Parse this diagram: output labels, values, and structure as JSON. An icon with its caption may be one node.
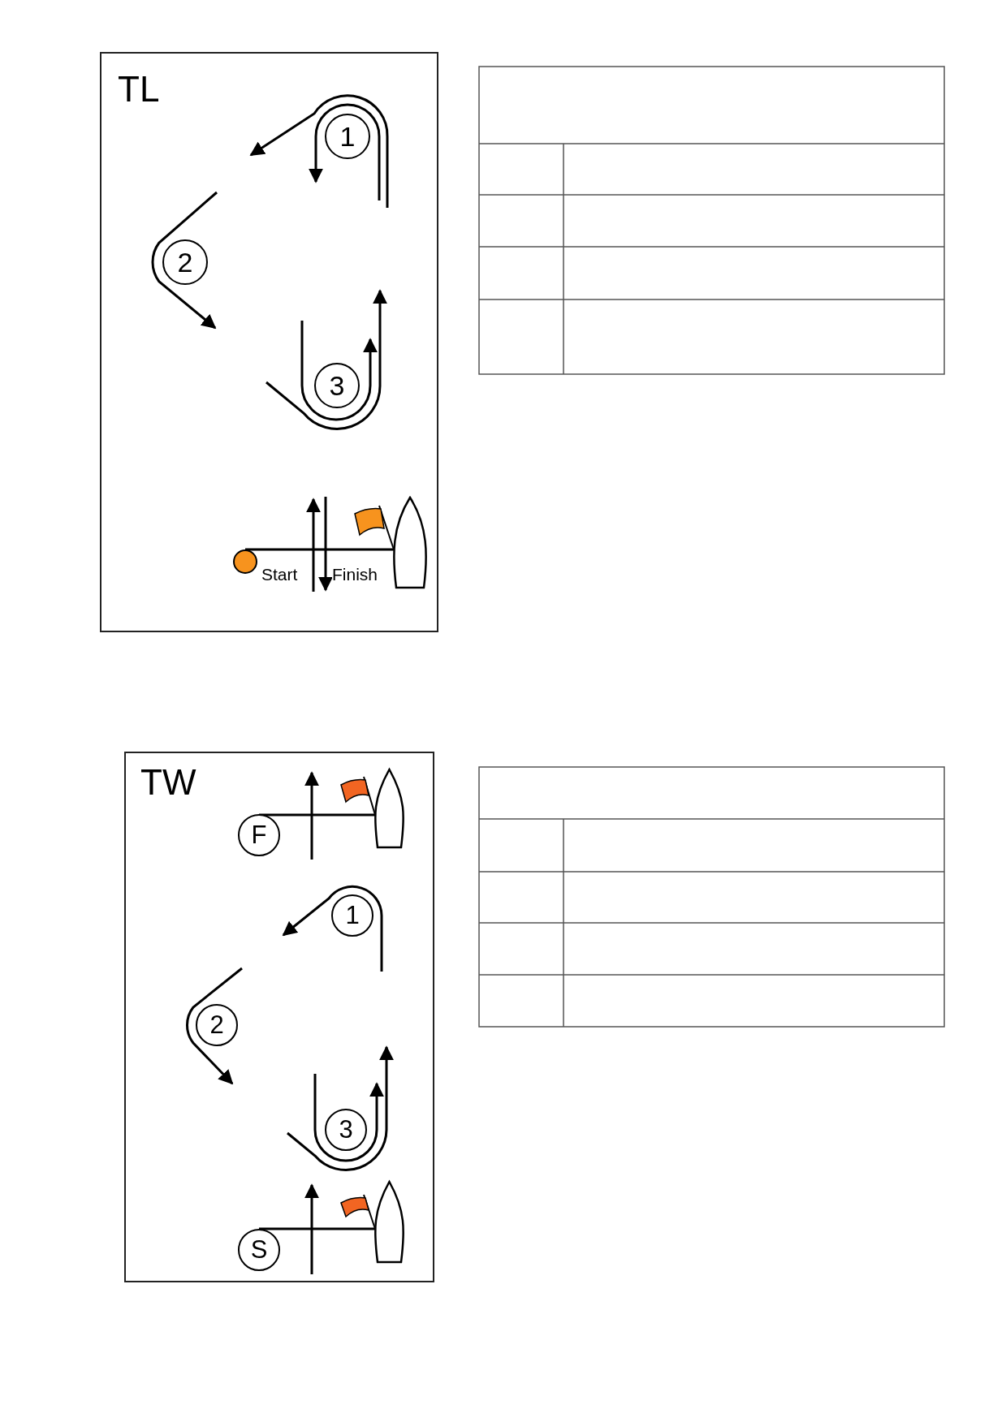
{
  "diagram": {
    "nodes": [
      {
        "text": [
          "TL"
        ]
      },
      {
        "text": [
          "1"
        ],
        "in": 0
      },
      {
        "text": [
          "2"
        ],
        "in": 0
      },
      {
        "text": [
          "3"
        ],
        "in": 0
      },
      {
        "text": [
          "TW"
        ]
      },
      {
        "text": [
          "F"
        ],
        "in": 4
      },
      {
        "text": [
          "1"
        ],
        "in": 4
      },
      {
        "text": [
          "2"
        ],
        "in": 4
      },
      {
        "text": [
          "3"
        ],
        "in": 4
      },
      {
        "text": [
          "S"
        ],
        "in": 4
      }
    ],
    "labels": [
      "Start",
      "Finish"
    ]
  }
}
